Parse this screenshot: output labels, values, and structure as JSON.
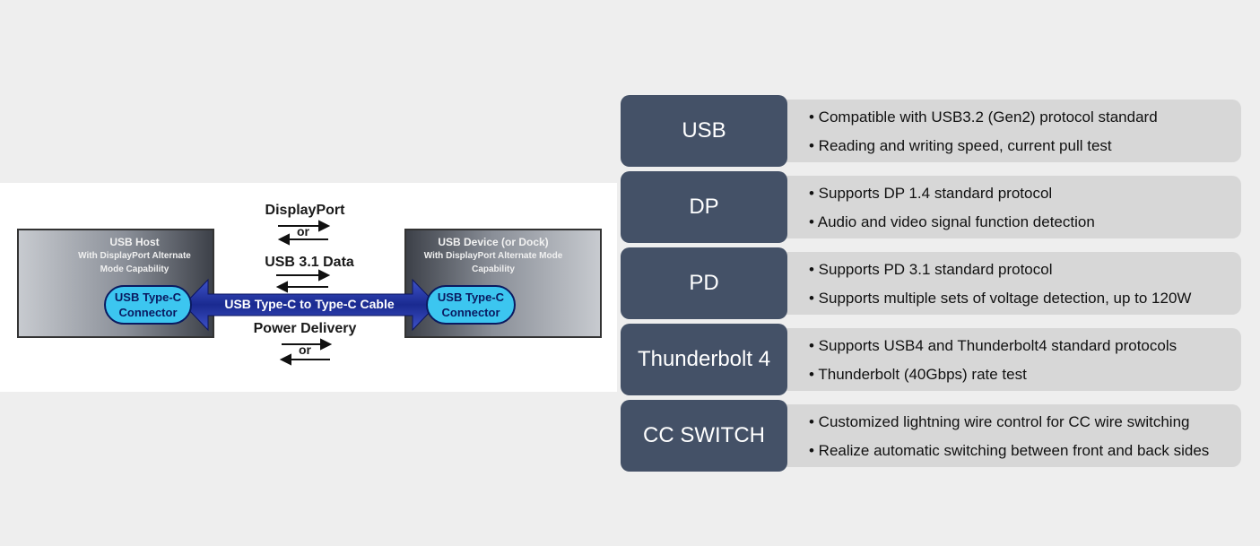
{
  "diagram": {
    "host": {
      "title": "USB Host",
      "subtitle_lines": [
        "With DisplayPort Alternate",
        "Mode Capability"
      ],
      "connector_lines": [
        "USB Type-C",
        "Connector"
      ]
    },
    "device": {
      "title": "USB Device (or Dock)",
      "subtitle_lines": [
        "With DisplayPort Alternate Mode",
        "Capability"
      ],
      "connector_lines": [
        "USB Type-C",
        "Connector"
      ]
    },
    "cable_label": "USB Type-C to Type-C Cable",
    "signals": [
      {
        "label": "DisplayPort",
        "or": "or"
      },
      {
        "label": "USB 3.1 Data",
        "or": ""
      },
      {
        "label": "Power Delivery",
        "or": "or"
      }
    ]
  },
  "features": [
    {
      "tag": "USB",
      "lines": [
        "• Compatible with USB3.2 (Gen2) protocol standard",
        "• Reading and writing speed, current pull test"
      ]
    },
    {
      "tag": "DP",
      "lines": [
        "• Supports DP 1.4 standard protocol",
        "• Audio and video signal function detection"
      ]
    },
    {
      "tag": "PD",
      "lines": [
        "• Supports PD 3.1 standard protocol",
        "• Supports multiple sets of voltage detection, up to 120W"
      ]
    },
    {
      "tag": "Thunderbolt 4",
      "lines": [
        "• Supports USB4 and Thunderbolt4 standard protocols",
        "• Thunderbolt (40Gbps) rate test"
      ]
    },
    {
      "tag": "CC SWITCH",
      "lines": [
        "• Customized lightning wire control for CC wire switching",
        "• Realize automatic switching between front and back sides"
      ]
    }
  ],
  "colors": {
    "tag_bg": "#445167",
    "desc_bg": "#d7d7d7",
    "cable": "#1f2f9a",
    "connector": "#3cc6f0"
  }
}
